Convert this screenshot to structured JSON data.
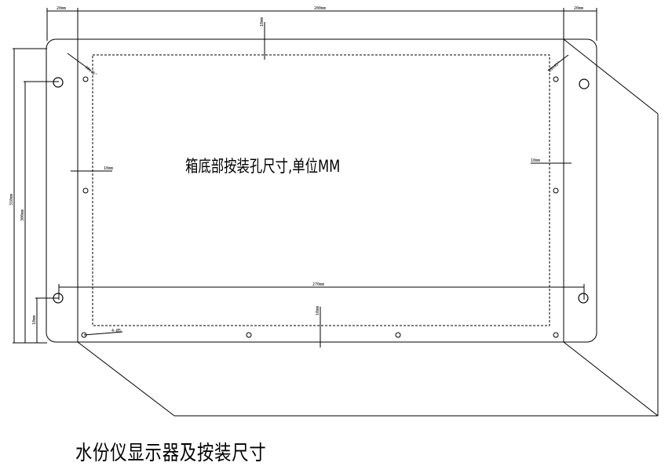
{
  "drawing": {
    "note": "箱底部按装孔尺寸,单位MM",
    "caption": "水份仪显示器及按装尺寸",
    "dimensions": {
      "top_left": "20mm",
      "top_middle": "200mm",
      "top_right": "20mm",
      "left_overall": "310mm",
      "left_inner": "300mm",
      "left_bottom": "10mm",
      "inner_width": "270mm",
      "top_vertical": "10mm",
      "bottom_vertical": "10mm",
      "left_side": "10mm",
      "right_side": "10mm",
      "hole_label": "4-Ø5",
      "corner_tl": "10x45°",
      "corner_tr": "10x45°"
    }
  }
}
